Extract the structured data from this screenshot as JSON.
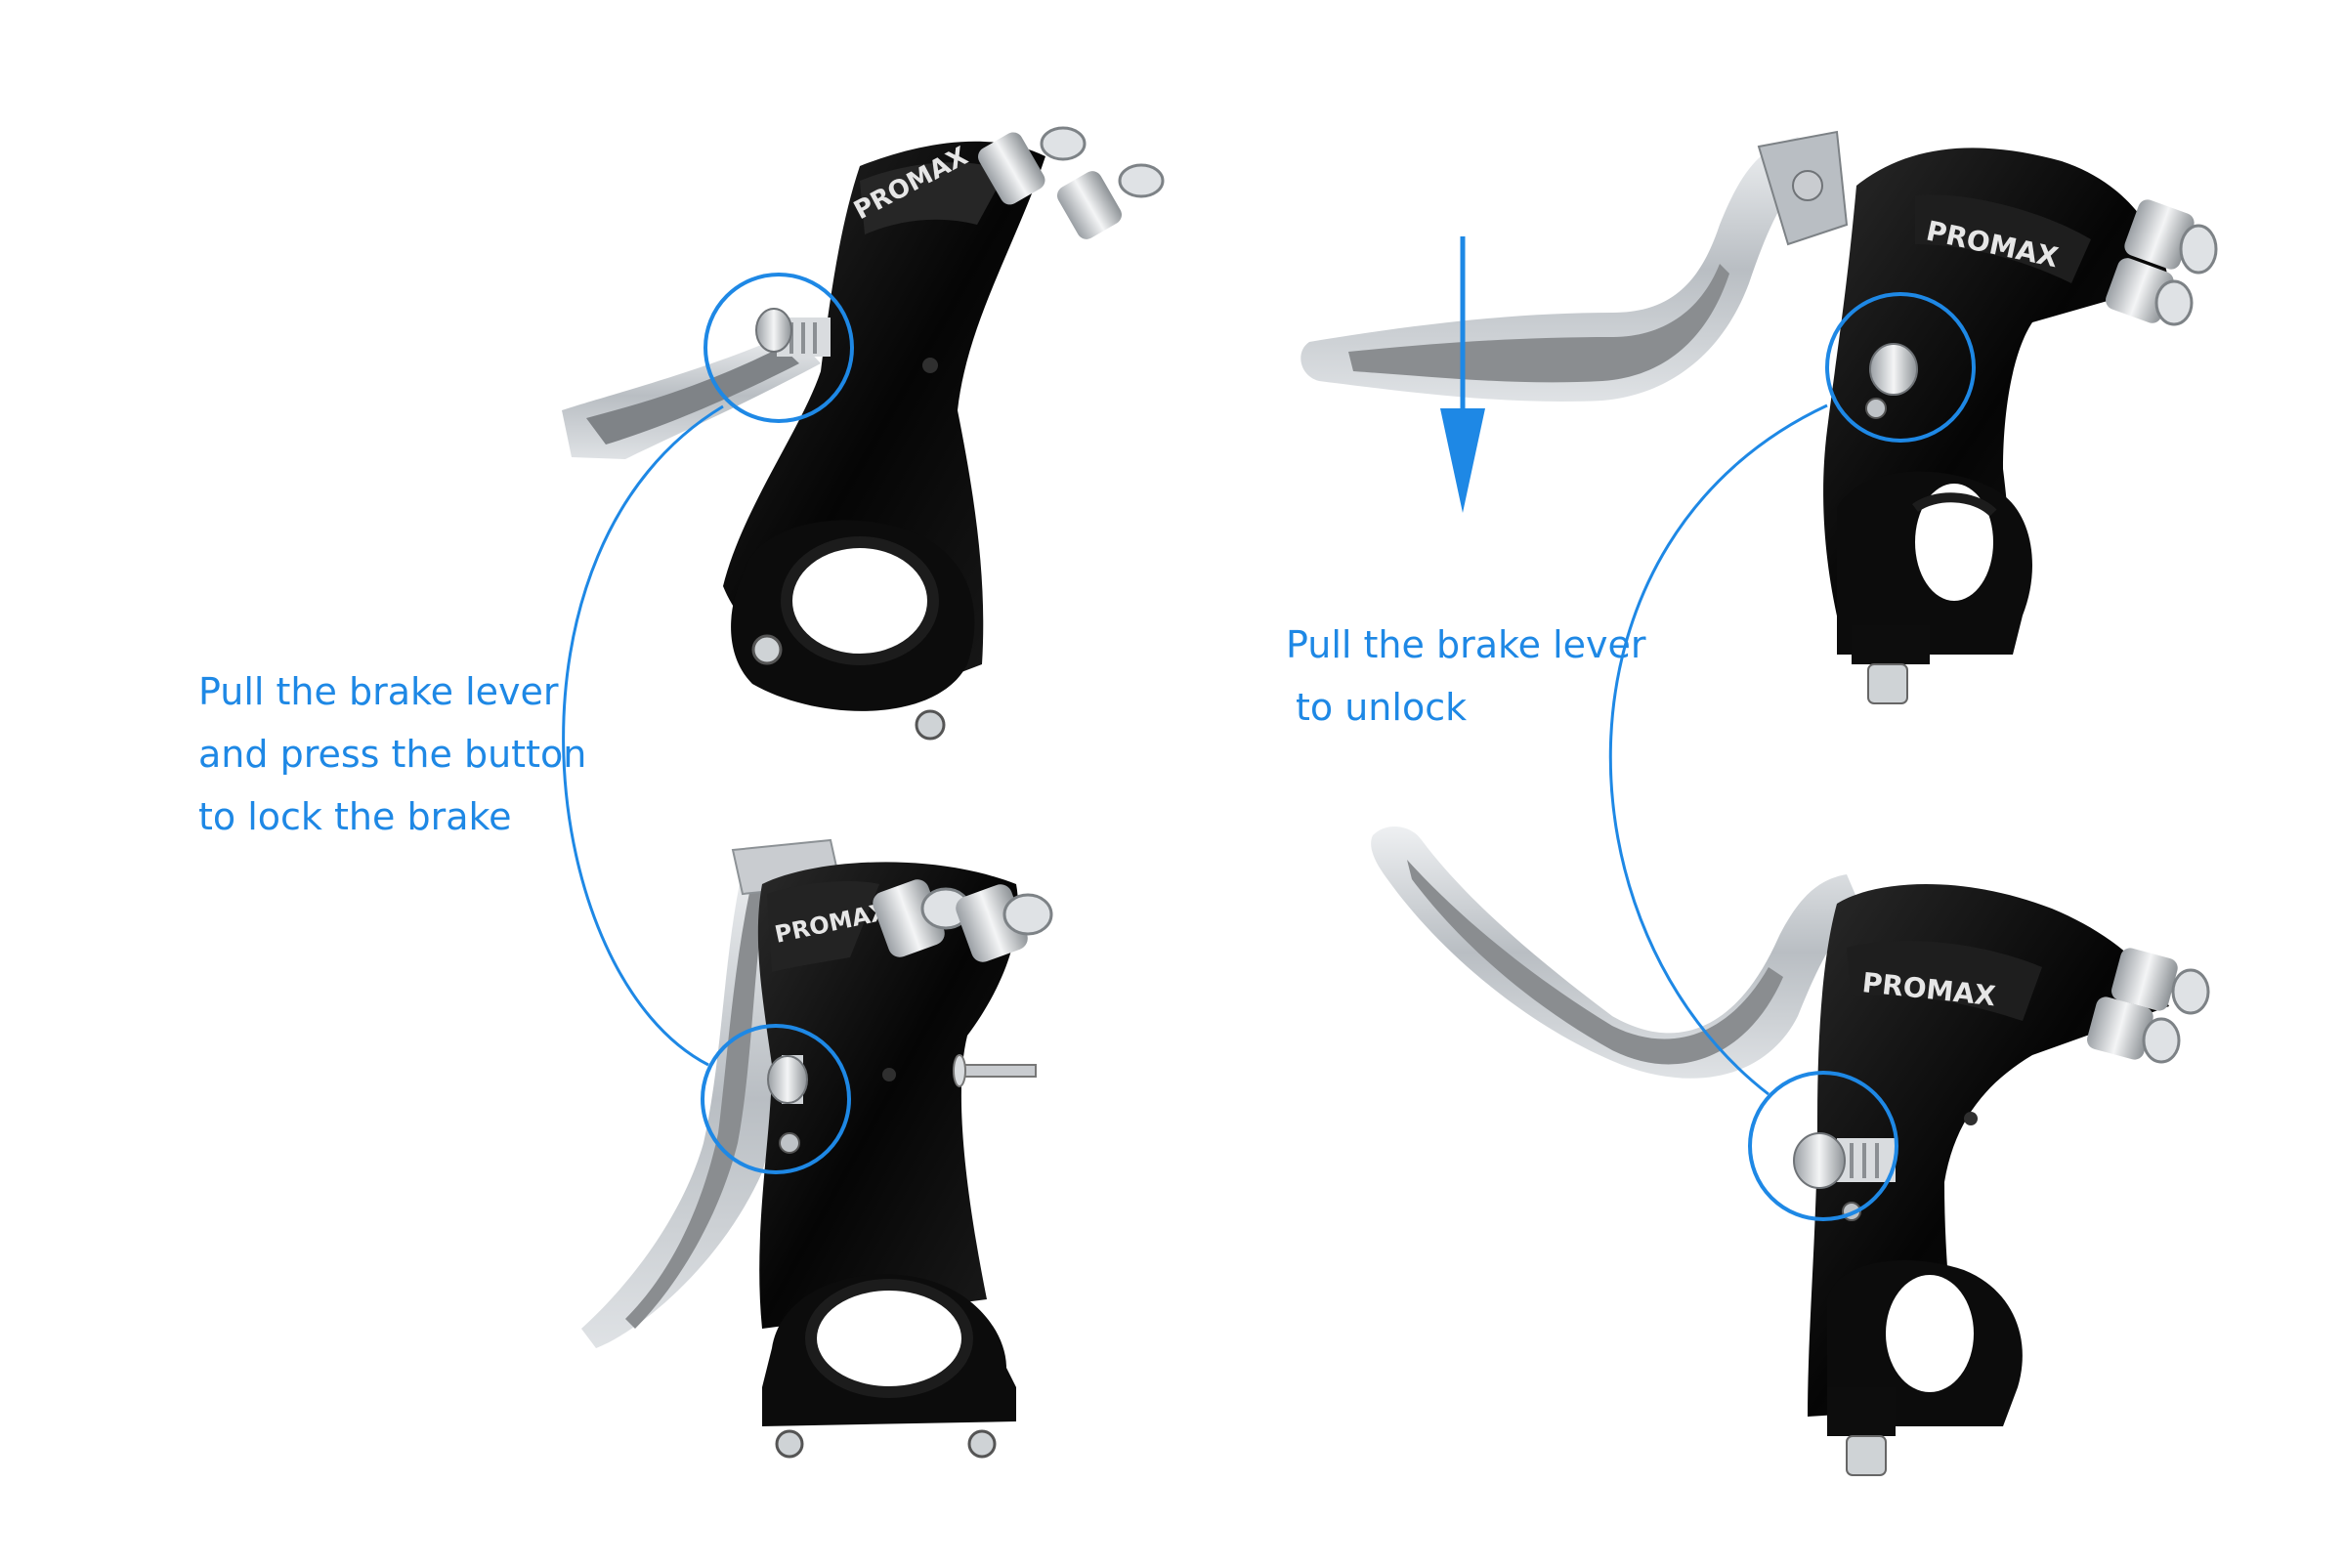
{
  "colors": {
    "accent": "#1e88e5",
    "background": "#ffffff",
    "body_black": "#0b0b0b",
    "lever_silver": "#c8cdd2",
    "lever_grip": "#8a8d90"
  },
  "captions": {
    "lock": [
      "Pull the brake lever",
      "and press the button",
      "to lock the brake"
    ],
    "unlock": [
      "Pull the brake lever",
      " to unlock"
    ]
  },
  "brand": "PROMAX",
  "icons": [
    "down-arrow-icon",
    "highlight-circle-icon",
    "connector-curve-icon"
  ]
}
